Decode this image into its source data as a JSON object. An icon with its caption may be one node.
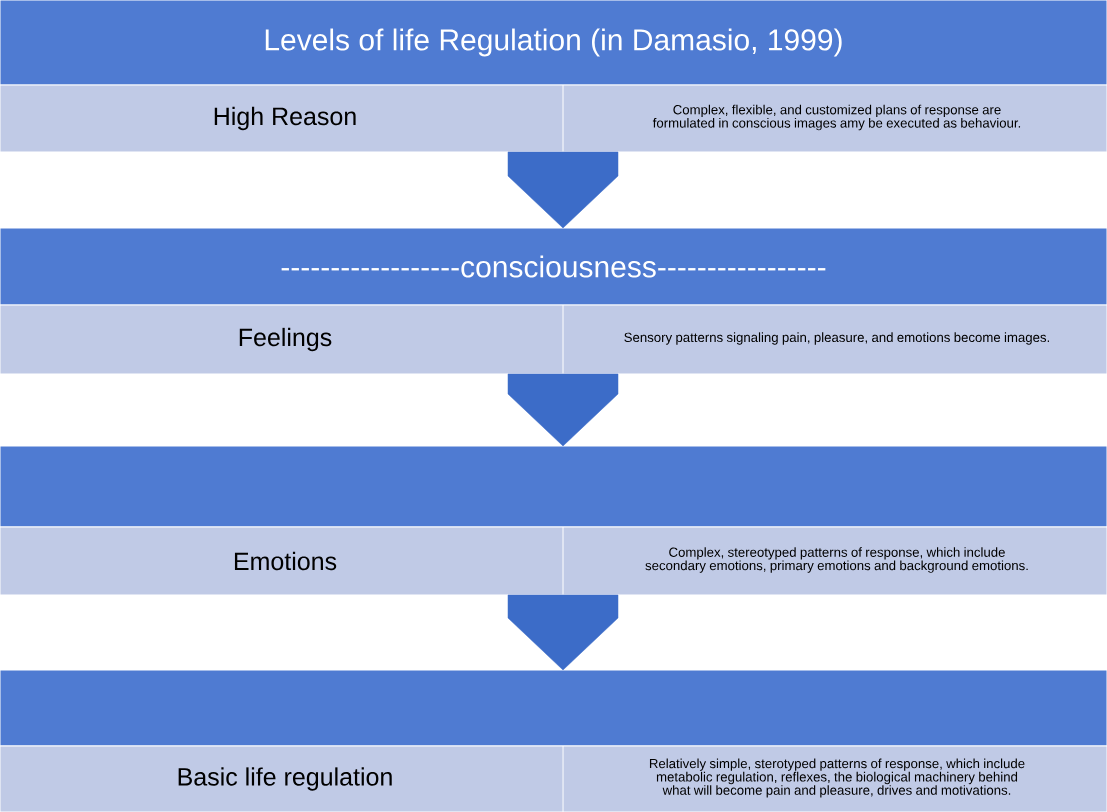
{
  "diagram": {
    "nodes": [
      {
        "text": [
          "Levels of life Regulation (in Damasio, 1999)"
        ]
      },
      {
        "text": [
          "High Reason",
          "Complex, flexible, and customized plans of response are formulated in conscious images amy be executed as behaviour."
        ]
      },
      {
        "text": [
          "------------------consciousness-----------------"
        ]
      },
      {
        "text": [
          "Feelings",
          "Sensory patterns signaling pain, pleasure, and emotions become images."
        ]
      },
      {
        "text": [],
        "shape": "bar"
      },
      {
        "text": [
          "Emotions",
          "Complex, stereotyped patterns of response, which include secondary emotions, primary emotions and background emotions."
        ]
      },
      {
        "text": [],
        "shape": "bar"
      },
      {
        "text": [
          "Basic life regulation",
          "Relatively simple, sterotyped patterns of response, which include metabolic regulation, reflexes, the biological machinery behind what will become pain and pleasure, drives and motivations."
        ]
      }
    ],
    "edges": [
      {
        "from": 1,
        "to": 2,
        "arrow": "to"
      },
      {
        "from": 3,
        "to": 4,
        "arrow": "to"
      },
      {
        "from": 5,
        "to": 6,
        "arrow": "to"
      }
    ]
  }
}
